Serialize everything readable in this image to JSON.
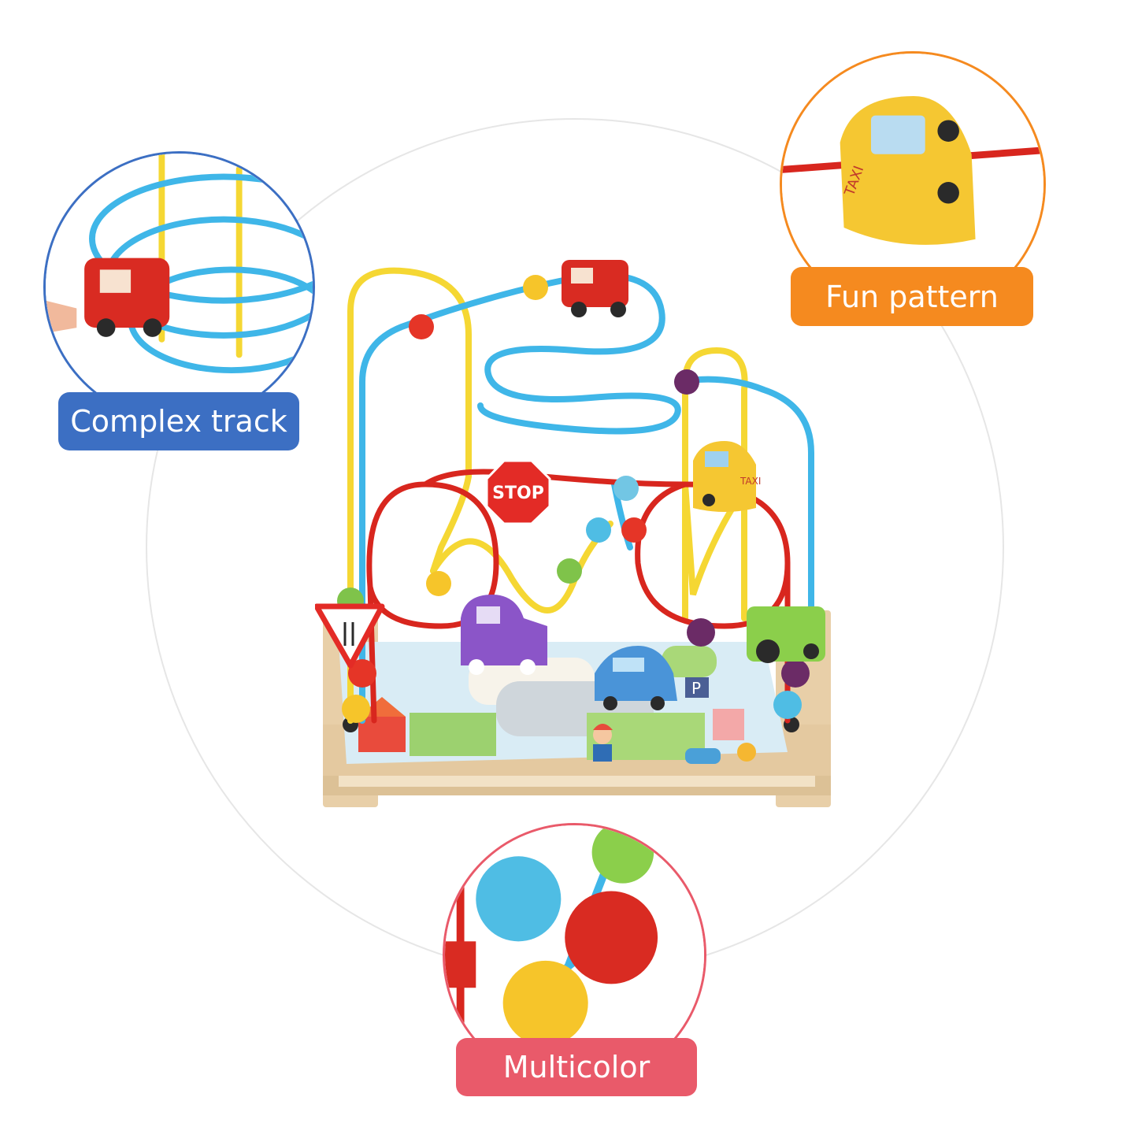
{
  "callouts": [
    {
      "id": "complex",
      "label": "Complex track",
      "color": "#3c6fc3"
    },
    {
      "id": "fun",
      "label": "Fun pattern",
      "color": "#f58a1f"
    },
    {
      "id": "multi",
      "label": "Multicolor",
      "color": "#e95a6a"
    }
  ],
  "toy": {
    "stop_sign": "STOP",
    "taxi_text": "TAXI",
    "parking_sign": "P"
  }
}
